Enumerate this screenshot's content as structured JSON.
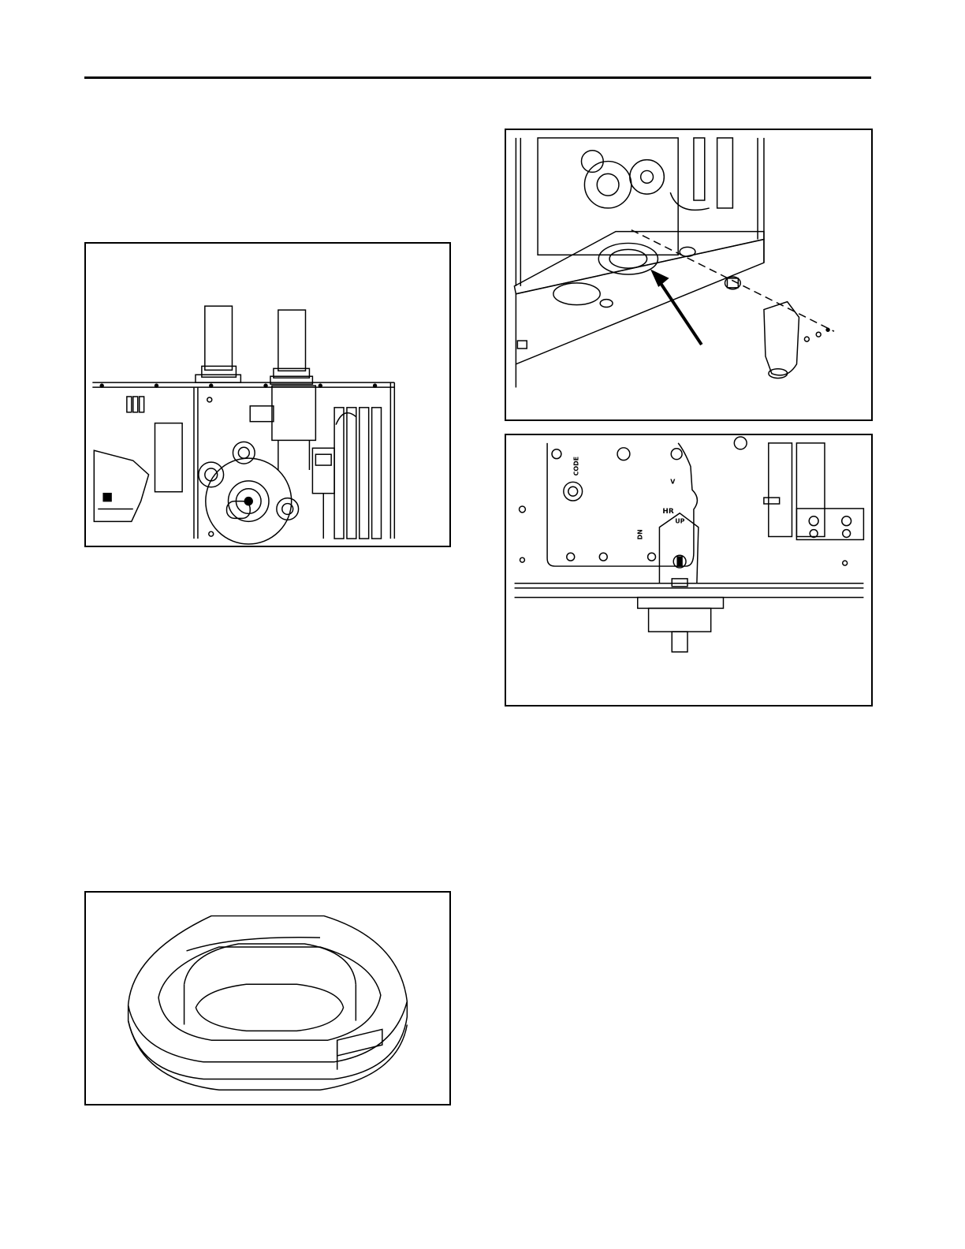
{
  "page": {
    "background": "#ffffff",
    "ink": "#000000"
  },
  "figures": {
    "furnace": {
      "description_name": "furnace-interior-illustration"
    },
    "gasket": {
      "description_name": "drain-gasket-illustration"
    },
    "install": {
      "description_name": "drain-trap-installation-illustration"
    },
    "closeup": {
      "description_name": "drain-trap-closeup-illustration",
      "labels": {
        "hr": "HR",
        "up": "UP",
        "dn": "DN",
        "v": "V",
        "code": "CODE"
      }
    }
  }
}
